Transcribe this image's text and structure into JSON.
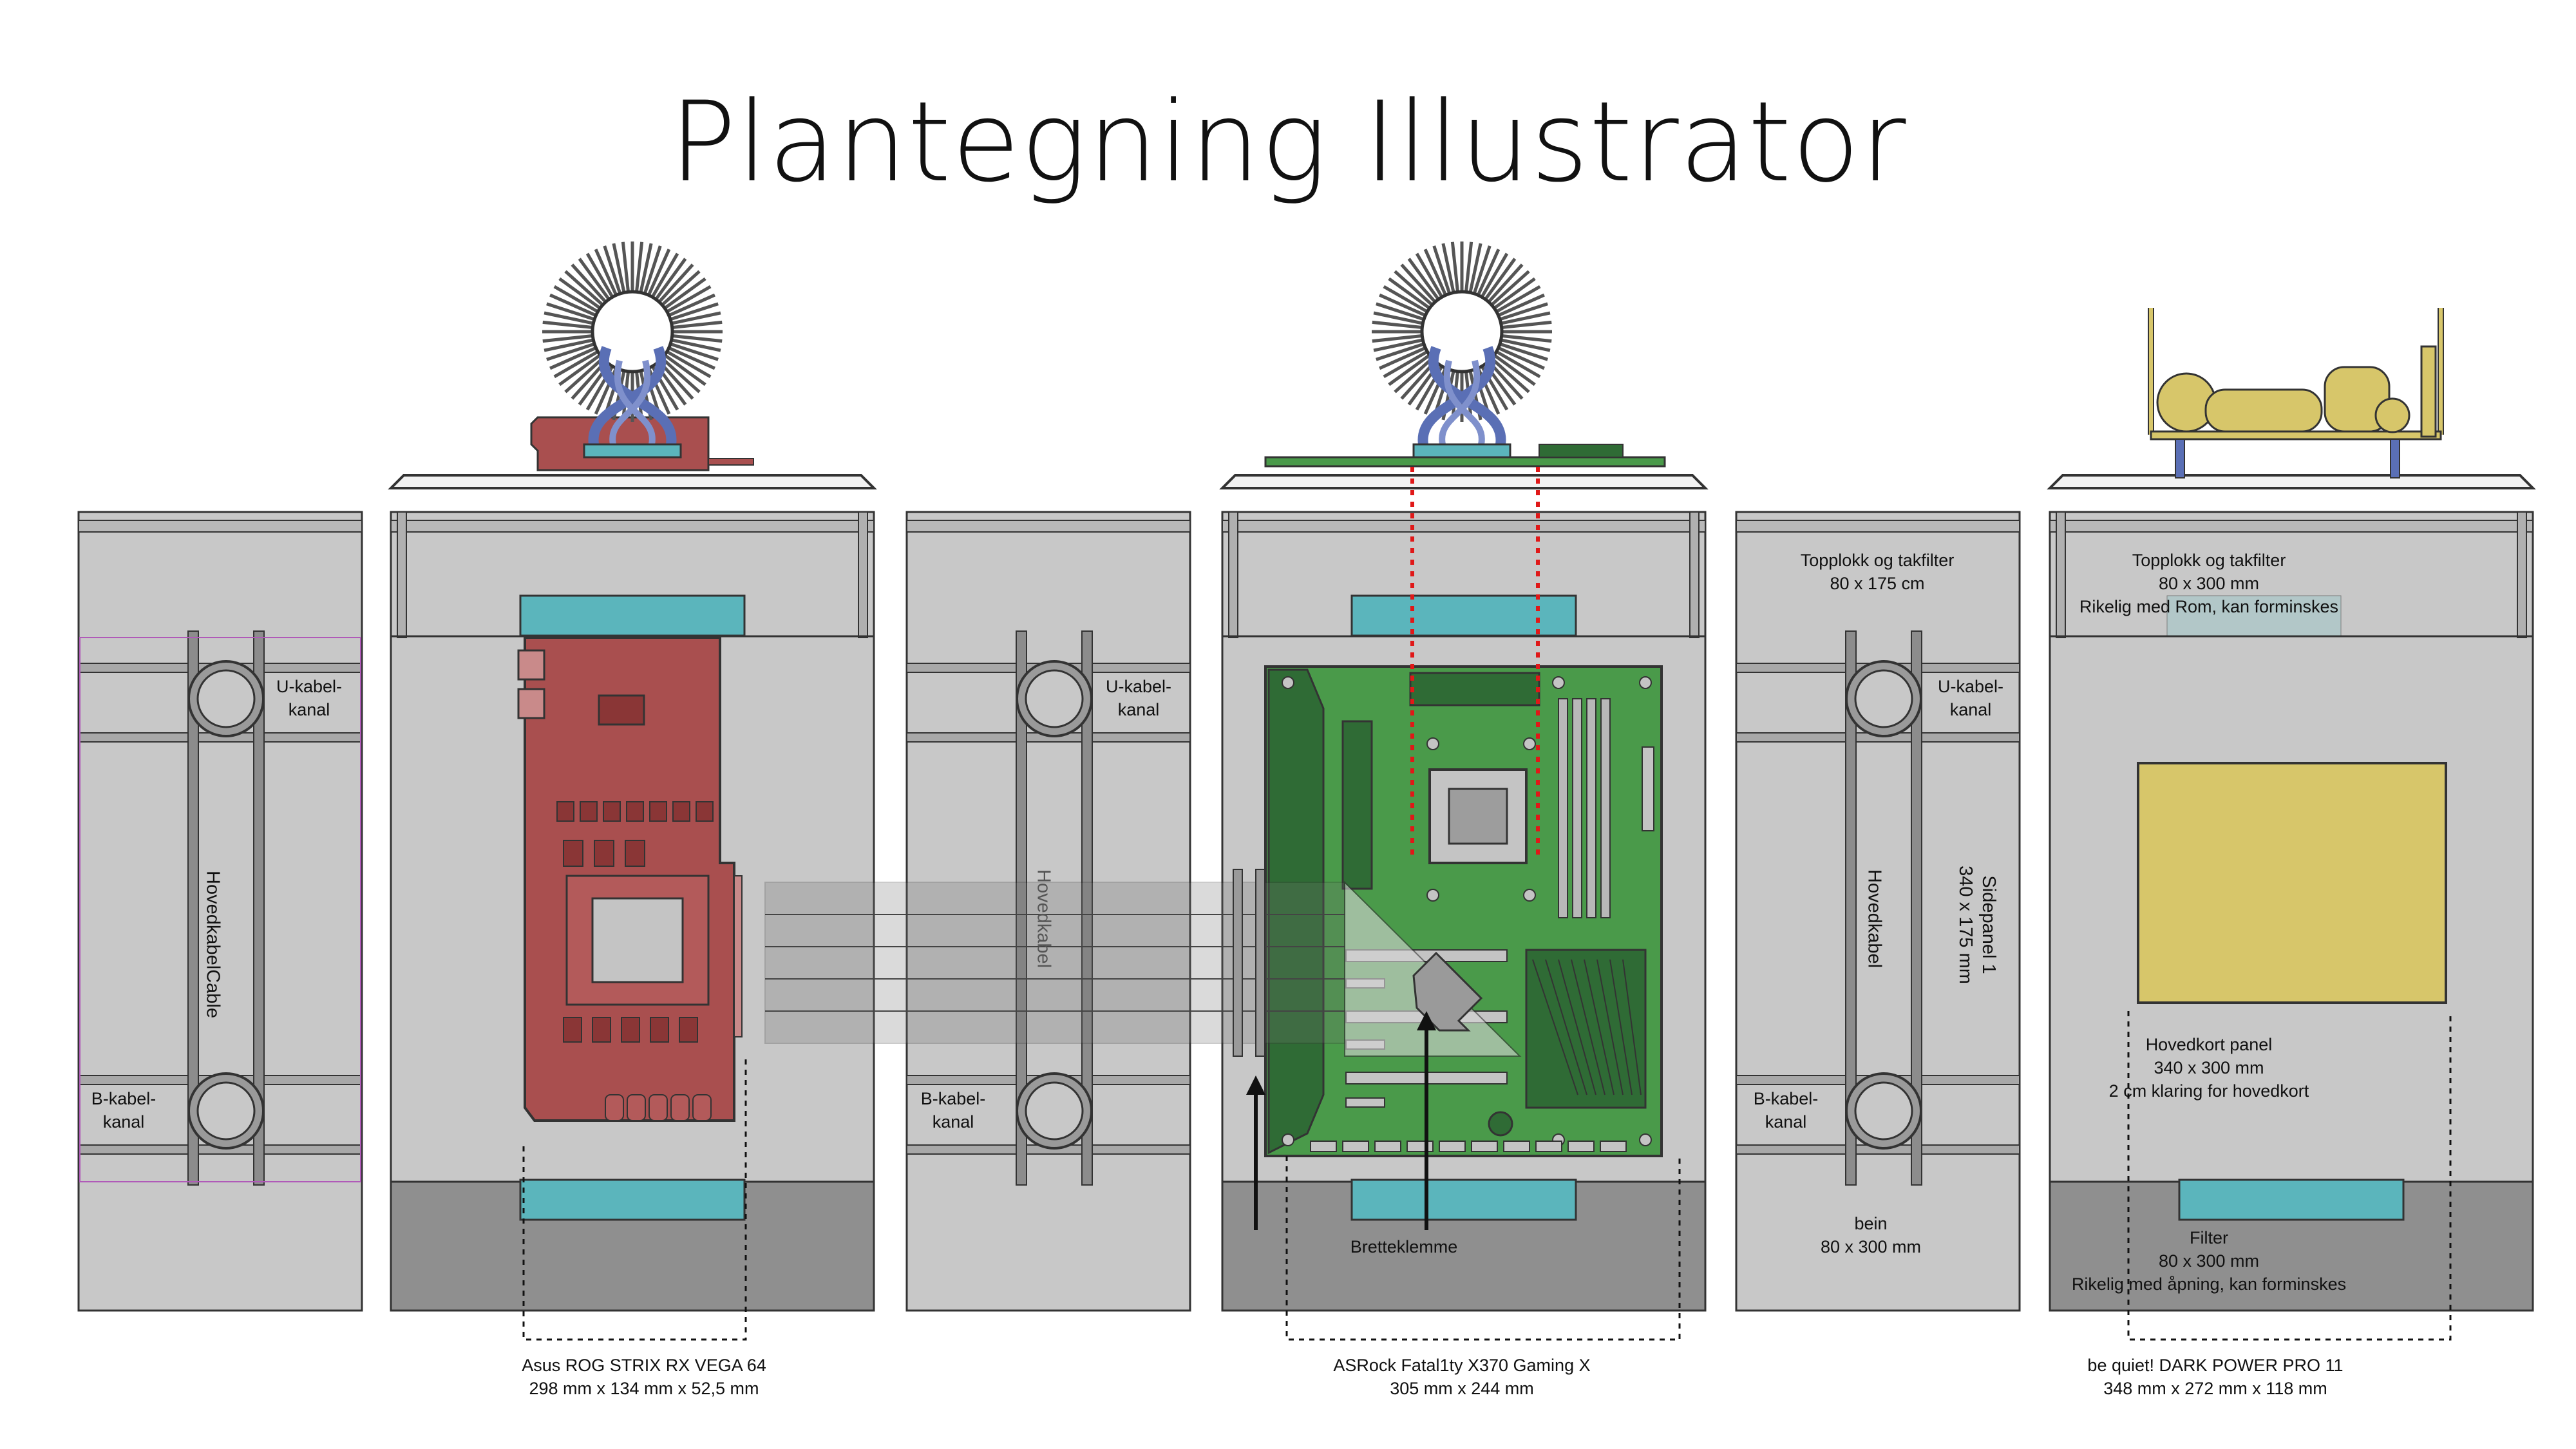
{
  "title": "Plantegning Illustrator",
  "colors": {
    "panel": "#c8c8c8",
    "panel_dark": "#8f8f8f",
    "outline": "#333333",
    "teal": "#5bb5bc",
    "gpu_red": "#a94f4f",
    "mobo_green": "#4a9a4a",
    "mobo_dark_green": "#2f6b35",
    "psu_yellow": "#d7c66a",
    "fan_blue": "#5a6fb5",
    "dotted_red": "#e01818",
    "frame_purple": "#b05ab8"
  },
  "panels": {
    "p1": {
      "u_kabel": [
        "U-kabel-",
        "kanal"
      ],
      "b_kabel": [
        "B-kabel-",
        "kanal"
      ],
      "hovedkabel": "HovedkabelCable"
    },
    "p2": {
      "caption": [
        "Asus ROG STRIX RX VEGA 64",
        "298 mm x 134 mm x 52,5 mm"
      ]
    },
    "p3": {
      "u_kabel": [
        "U-kabel-",
        "kanal"
      ],
      "b_kabel": [
        "B-kabel-",
        "kanal"
      ],
      "hovedkabel": "Hovedkabel"
    },
    "p4": {
      "bretteklemme": "Bretteklemme",
      "caption": [
        "ASRock Fatal1ty X370 Gaming X",
        "305 mm x 244 mm"
      ]
    },
    "p5": {
      "top": [
        "Topplokk og takfilter",
        "80 x 175 cm"
      ],
      "u_kabel": [
        "U-kabel-",
        "kanal"
      ],
      "b_kabel": [
        "B-kabel-",
        "kanal"
      ],
      "hovedkabel": "Hovedkabel",
      "sidepanel": [
        "Sidepanel 1",
        "340 x 175 mm"
      ],
      "bein": [
        "bein",
        "80 x 300 mm"
      ]
    },
    "p6": {
      "top": [
        "Topplokk og takfilter",
        "80 x 300 mm",
        "Rikelig med Rom, kan forminskes"
      ],
      "hovedkort": [
        "Hovedkort panel",
        "340 x 300 mm",
        "2 cm klaring for hovedkort"
      ],
      "filter": [
        "Filter",
        "80 x 300 mm",
        "Rikelig med åpning, kan forminskes"
      ],
      "caption": [
        "be quiet! DARK POWER PRO 11",
        "348 mm x 272 mm x 118 mm"
      ]
    }
  }
}
